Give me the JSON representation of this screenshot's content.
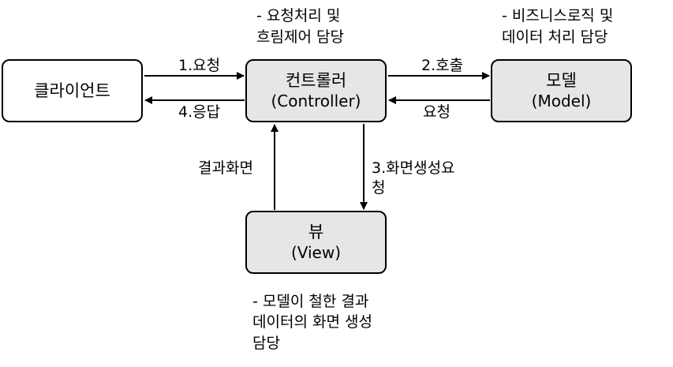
{
  "boxes": {
    "client": {
      "title": "클라이언트"
    },
    "controller": {
      "title": "컨트롤러",
      "subtitle": "(Controller)"
    },
    "model": {
      "title": "모델",
      "subtitle": "(Model)"
    },
    "view": {
      "title": "뷰",
      "subtitle": "(View)"
    }
  },
  "arrows": {
    "request": "1.요청",
    "response": "4.응답",
    "call": "2.호출",
    "model_request": "요청",
    "view_request_line1": "3.화면생성요",
    "view_request_line2": "청",
    "result_screen": "결과화면"
  },
  "notes": {
    "controller": [
      "- 요청처리 및",
      "흐림제어 담당"
    ],
    "model": [
      "- 비즈니스로직 및",
      "데이터 처리 담당"
    ],
    "view": [
      "- 모델이 철한 결과",
      "데이터의 화면 생성",
      "담당"
    ]
  }
}
